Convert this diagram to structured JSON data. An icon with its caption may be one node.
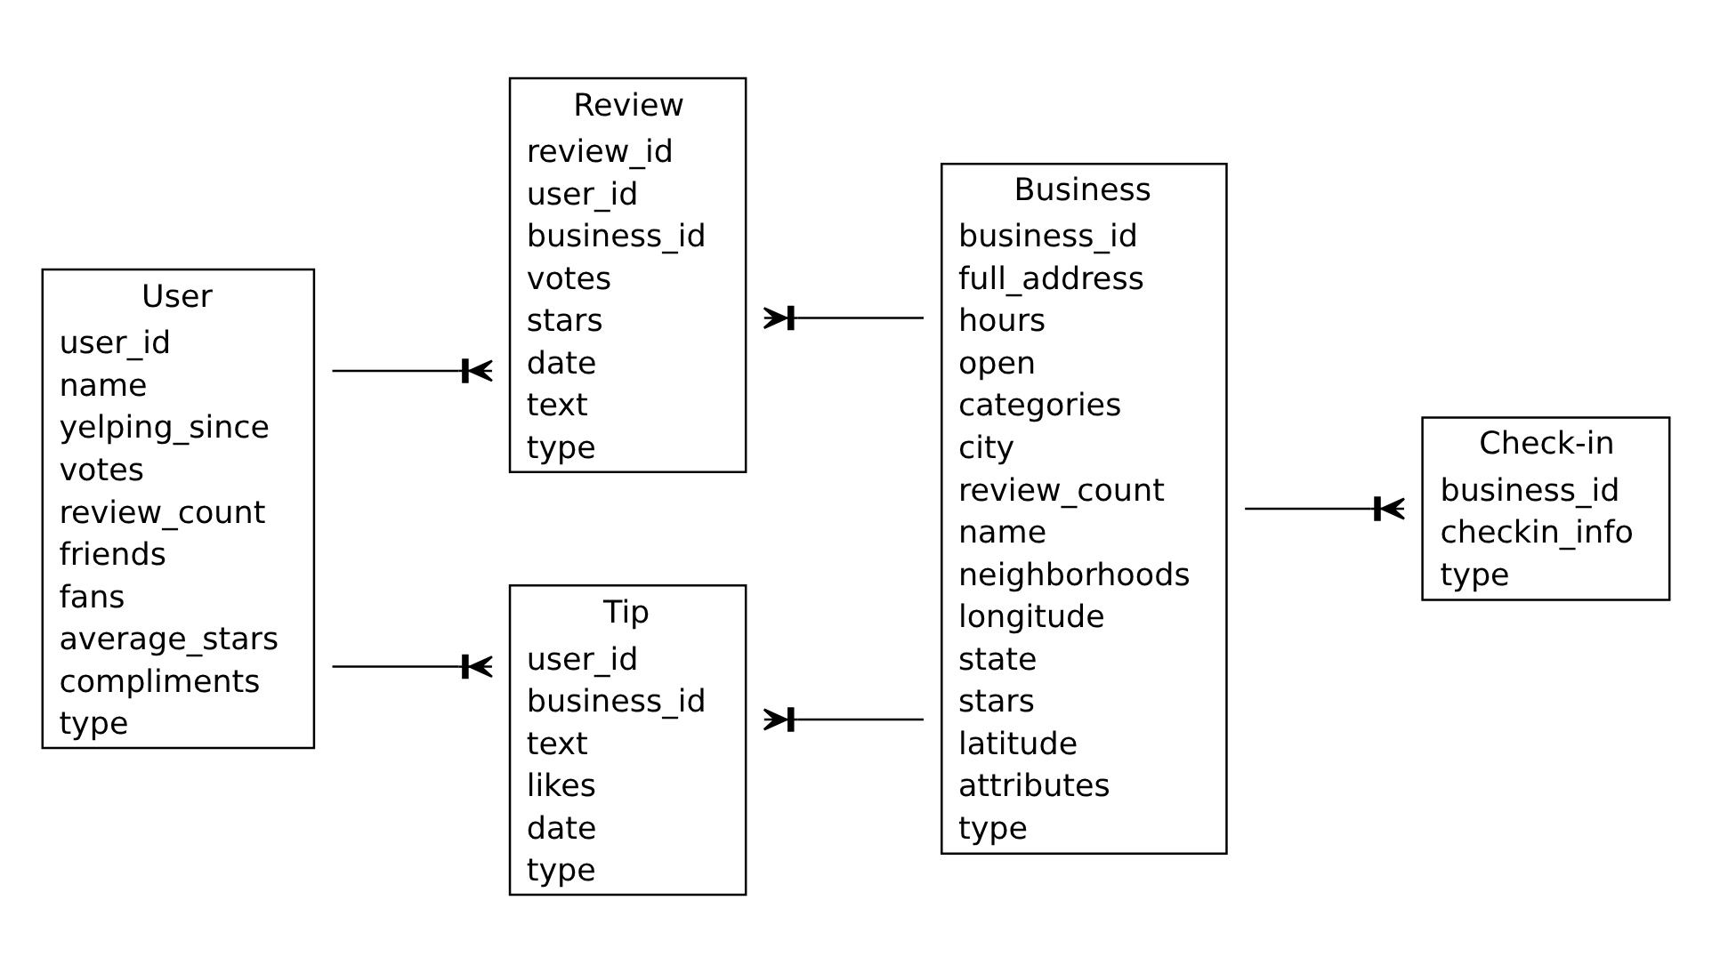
{
  "diagram": {
    "nodes": [
      {
        "text": [
          "User",
          "user_id",
          "name",
          "yelping_since",
          "votes",
          "review_count",
          "friends",
          "fans",
          "average_stars",
          "compliments",
          "type"
        ]
      },
      {
        "text": [
          "Review",
          "review_id",
          "user_id",
          "business_id",
          "votes",
          "stars",
          "date",
          "text",
          "type"
        ]
      },
      {
        "text": [
          "Tip",
          "user_id",
          "business_id",
          "text",
          "likes",
          "date",
          "type"
        ]
      },
      {
        "text": [
          "Business",
          "business_id",
          "full_address",
          "hours",
          "open",
          "categories",
          "city",
          "review_count",
          "name",
          "neighborhoods",
          "longitude",
          "state",
          "stars",
          "latitude",
          "attributes",
          "type"
        ]
      },
      {
        "text": [
          "Check-in",
          "business_id",
          "checkin_info",
          "type"
        ]
      }
    ],
    "edges": [
      {
        "from": 0,
        "to": 1,
        "arrow": "other"
      },
      {
        "from": 0,
        "to": 2,
        "arrow": "other"
      },
      {
        "from": 3,
        "to": 1,
        "arrow": "other"
      },
      {
        "from": 3,
        "to": 2,
        "arrow": "other"
      },
      {
        "from": 3,
        "to": 4,
        "arrow": "other"
      }
    ]
  }
}
